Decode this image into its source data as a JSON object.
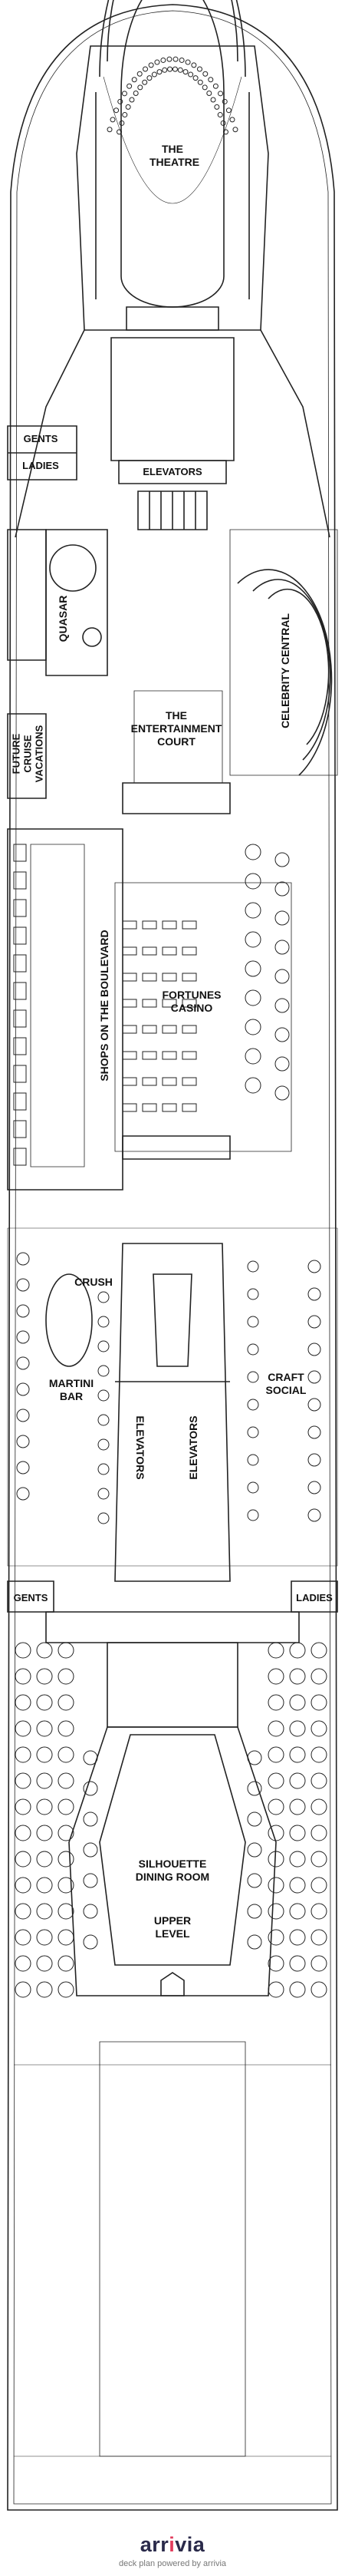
{
  "venues": {
    "theatre": [
      "THE",
      "THEATRE"
    ],
    "gents_fwd": "GENTS",
    "ladies_fwd": "LADIES",
    "elevators_fwd": "ELEVATORS",
    "quasar": "QUASAR",
    "celebrity_central": "CELEBRITY CENTRAL",
    "future_cruise": [
      "FUTURE",
      "CRUISE",
      "VACATIONS"
    ],
    "entertainment_court": [
      "THE",
      "ENTERTAINMENT",
      "COURT"
    ],
    "shops": "SHOPS ON THE BOULEVARD",
    "casino": [
      "FORTUNES",
      "CASINO"
    ],
    "crush": "CRUSH",
    "martini_bar": [
      "MARTINI",
      "BAR"
    ],
    "craft_social": [
      "CRAFT",
      "SOCIAL"
    ],
    "elevators_aft_left": "ELEVATORS",
    "elevators_aft_right": "ELEVATORS",
    "gents_aft": "GENTS",
    "ladies_aft": "LADIES",
    "silhouette": [
      "SILHOUETTE",
      "DINING ROOM"
    ],
    "upper_level": [
      "UPPER",
      "LEVEL"
    ]
  },
  "footer": {
    "brand_main": "arr",
    "brand_accent": "i",
    "brand_end": "via",
    "credit": "deck plan powered by arrivia"
  }
}
